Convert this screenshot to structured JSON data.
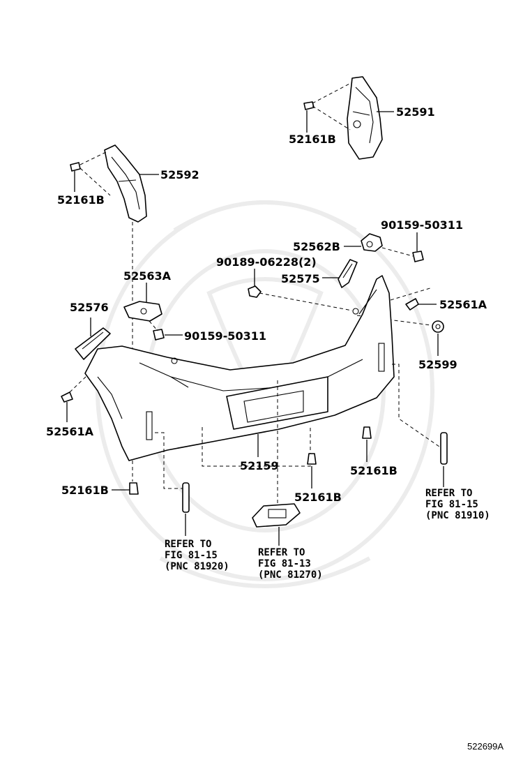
{
  "labels": {
    "p52591": "52591",
    "p52161B_top": "52161B",
    "p52592": "52592",
    "p52161B_left": "52161B",
    "p90159_right": "90159-50311",
    "p52562B": "52562B",
    "p90189": "90189-06228(2)",
    "p52575": "52575",
    "p52563A": "52563A",
    "p52561A_right": "52561A",
    "p52576": "52576",
    "p90159_left": "90159-50311",
    "p52599": "52599",
    "p52561A_left": "52561A",
    "p52159": "52159",
    "p52161B_mid": "52161B",
    "p52161B_bottom_left": "52161B",
    "p52161B_bottom_center": "52161B"
  },
  "refs": {
    "right": [
      "REFER TO",
      "FIG 81-15",
      "(PNC 81910)"
    ],
    "left": [
      "REFER TO",
      "FIG 81-15",
      "(PNC 81920)"
    ],
    "center": [
      "REFER TO",
      "FIG 81-13",
      "(PNC 81270)"
    ]
  },
  "figure_id": "522699A"
}
